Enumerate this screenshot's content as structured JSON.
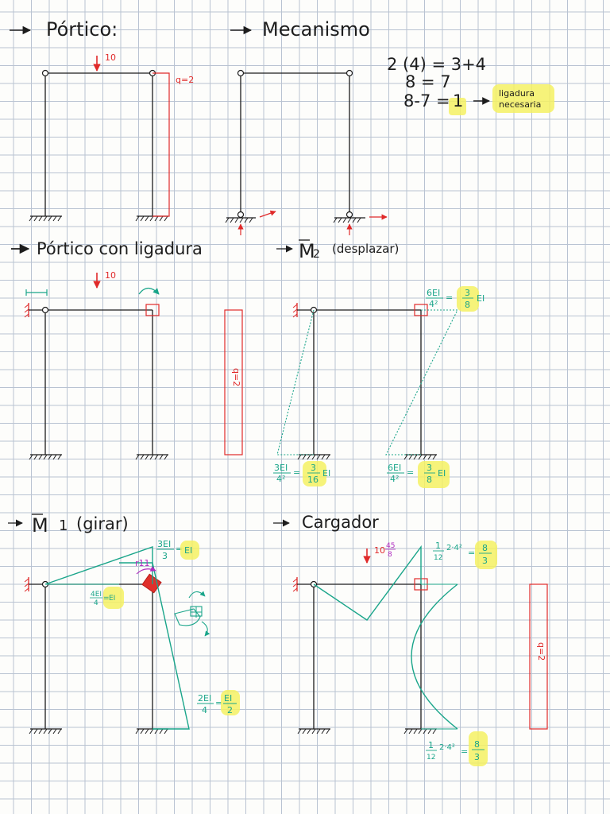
{
  "headings": {
    "portico": "Pórtico:",
    "mecanismo": "Mecanismo",
    "portico_ligadura": "Pórtico con ligadura",
    "m2_symbol": "M",
    "m2_sub": "2",
    "m2_note": "(desplazar)",
    "m1_symbol": "M",
    "m1_sub": "1",
    "m1_note": "(girar)",
    "cargador": "Cargador"
  },
  "loads": {
    "p1_load": "10",
    "p1_q": "q=2",
    "p3_load": "10",
    "p3_q": "q=2",
    "p6_load": "10",
    "p6_q": "q=2"
  },
  "equations": {
    "line1": "2 (4) = 3+4",
    "line2": "8 = 7",
    "line3a": "8-7 =",
    "line3b": "1",
    "note_line1": "ligadura",
    "note_line2": "necesaria"
  },
  "m2_labels": {
    "top_num": "6EI",
    "top_den": "4²",
    "top_res_num": "3",
    "top_res_den": "8",
    "top_res_suffix": "EI",
    "left_num": "3EI",
    "left_den": "4²",
    "left_res_num": "3",
    "left_res_den": "16",
    "left_res_suffix": "EI",
    "right_num": "6EI",
    "right_den": "4²",
    "right_res_num": "3",
    "right_res_den": "8",
    "right_res_suffix": "EI"
  },
  "m1_labels": {
    "top_num": "3EI",
    "top_den": "3",
    "top_res": "EI",
    "left_num": "4EI",
    "left_den": "4",
    "left_res": "EI",
    "right_num": "2EI",
    "right_den": "4",
    "right_res_num": "EI",
    "right_res_den": "2",
    "r11": "r11"
  },
  "cargador_labels": {
    "load_num": "45",
    "load_den": "8",
    "top_frac_num": "1",
    "top_frac_den": "12",
    "top_mid": "2·4²",
    "top_res_num": "8",
    "top_res_den": "3",
    "bot_frac_num": "1",
    "bot_frac_den": "12",
    "bot_mid": "2·4²",
    "bot_res_num": "8",
    "bot_res_den": "3"
  },
  "colors": {
    "ink": "#1d1d1d",
    "load": "#e02a2a",
    "diagram": "#1aa58a",
    "highlight": "#f5f163",
    "reaction": "#b02bbf"
  }
}
